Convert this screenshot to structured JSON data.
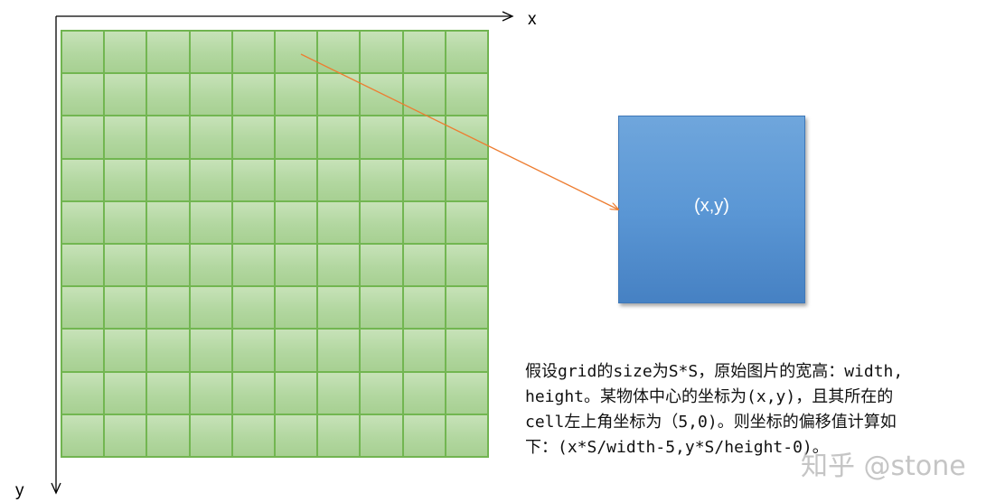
{
  "axes": {
    "x_label": "x",
    "y_label": "y"
  },
  "grid": {
    "rows": 10,
    "cols": 10
  },
  "object": {
    "label": "(x,y)"
  },
  "caption": {
    "lines": [
      "假设grid的size为S*S，原始图片的宽高：width,",
      "height。某物体中心的坐标为(x,y)，且其所在的",
      "cell左上角坐标为（5,0)。则坐标的偏移值计算如",
      "下：(x*S/width-5,y*S/height-0)。"
    ]
  },
  "watermark": "知乎 @stone",
  "colors": {
    "grid_fill": "#b2d7a0",
    "grid_line": "#72b651",
    "box_fill": "#5b97d5",
    "arrow": "#ed7d31",
    "axis": "#000000"
  }
}
